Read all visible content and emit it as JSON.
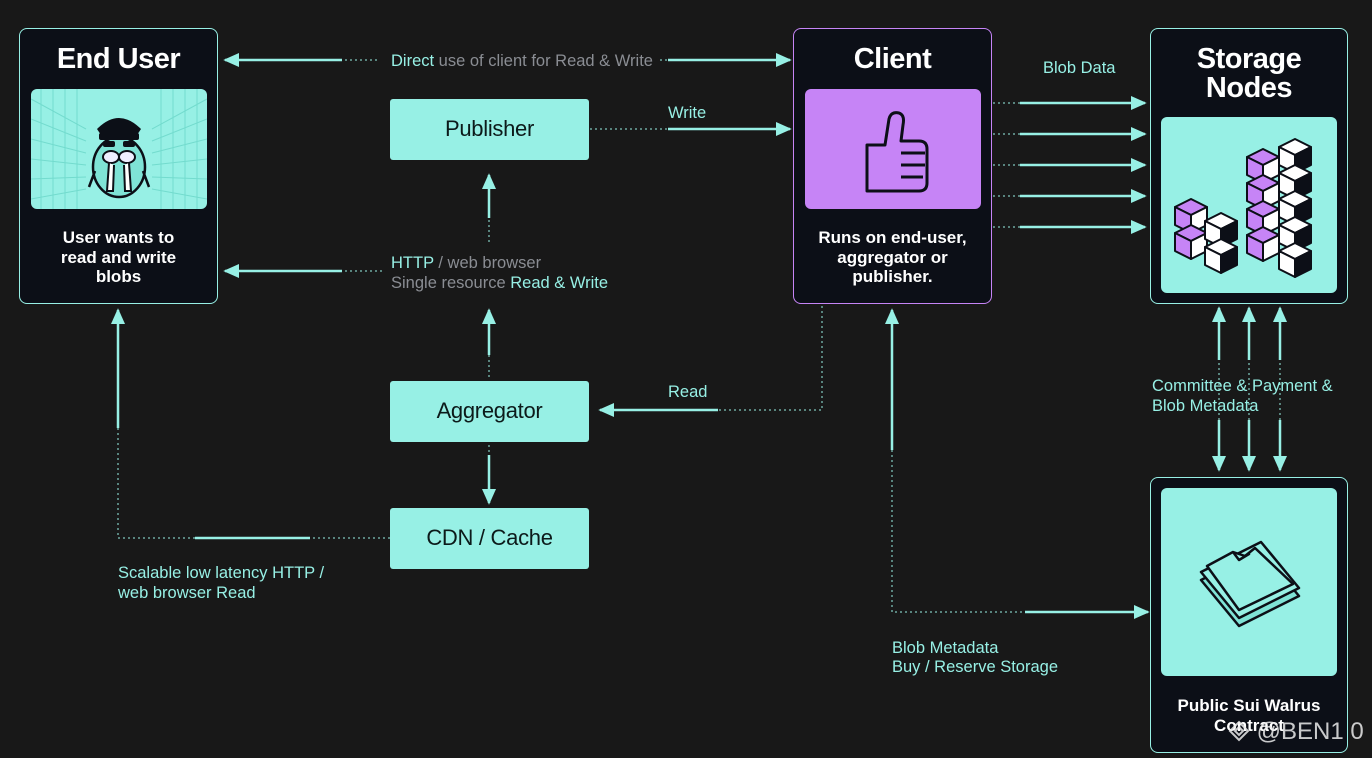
{
  "end_user": {
    "title": "End User",
    "caption": "User wants to\nread and write\nblobs"
  },
  "client": {
    "title": "Client",
    "caption": "Runs on end-user,\naggregator or\npublisher."
  },
  "storage_nodes": {
    "title": "Storage\nNodes"
  },
  "contract": {
    "caption": "Public Sui Walrus\nContract"
  },
  "publisher": {
    "label": "Publisher"
  },
  "aggregator": {
    "label": "Aggregator"
  },
  "cdn": {
    "label": "CDN / Cache"
  },
  "labels": {
    "direct_a": "Direct",
    "direct_b": " use of client for Read & Write",
    "write": "Write",
    "http_a": "HTTP",
    "http_b": " / web browser",
    "single_a": "Single resource ",
    "single_b": "Read & Write",
    "read": "Read",
    "blob_data": "Blob Data",
    "committee_1": "Committee & Payment &",
    "committee_2": "Blob Metadata",
    "scalable_1": "Scalable low latency HTTP /",
    "scalable_2": "web browser Read",
    "blob_meta_1": "Blob Metadata",
    "blob_meta_2": "Buy / Reserve Storage"
  },
  "watermark": "@BEN1 0",
  "colors": {
    "background": "#181818",
    "mint": "#97f0e5",
    "purple": "#c684f6",
    "card": "#0c0f17",
    "muted": "#8a8d93"
  },
  "icons": [
    "walrus-icon",
    "thumbs-up-icon",
    "cubes-icon",
    "layers-icon",
    "binance-logo-icon"
  ]
}
